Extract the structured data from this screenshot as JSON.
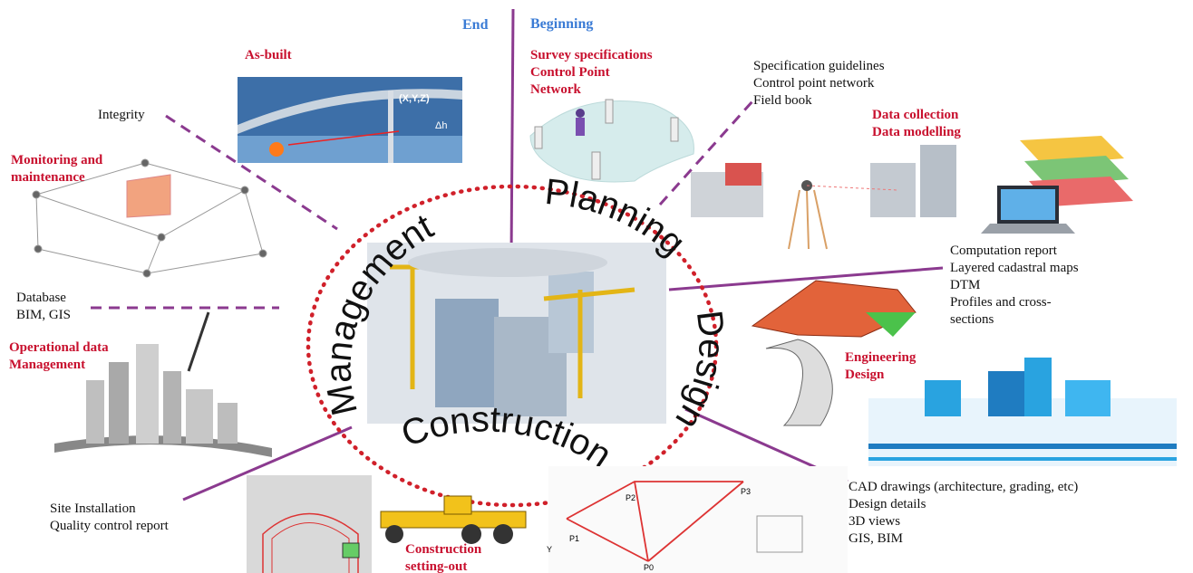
{
  "phase_labels": {
    "end": "End",
    "beginning": "Beginning"
  },
  "ring": {
    "management": "Management",
    "planning": "Planning",
    "design": "Design",
    "construction": "Construction"
  },
  "stages": {
    "as_built": "As-built",
    "survey": [
      "Survey specifications",
      "Control Point",
      "Network"
    ],
    "data_collection": [
      "Data collection",
      "Data modelling"
    ],
    "monitoring": [
      "Monitoring and",
      "maintenance"
    ],
    "operational": [
      "Operational data",
      "Management"
    ],
    "engineering": [
      "Engineering",
      "Design"
    ],
    "construction_setout": [
      "Construction",
      "setting-out"
    ]
  },
  "outputs": {
    "integrity": "Integrity",
    "planning_docs": [
      "Specification guidelines",
      "Control point network",
      "Field book"
    ],
    "database": [
      "Database",
      "BIM, GIS"
    ],
    "computation": [
      "Computation report",
      "Layered cadastral maps",
      "DTM",
      "Profiles and cross-",
      "sections"
    ],
    "cad": [
      "CAD drawings (architecture, grading, etc)",
      "Design details",
      "3D views",
      "GIS, BIM"
    ],
    "site": [
      "Site Installation",
      "Quality control report"
    ]
  },
  "image_labels": {
    "xyz": "(X,Y,Z)",
    "dh": "Δh",
    "p0": "P0",
    "p1": "P1",
    "p2": "P2",
    "p3": "P3",
    "y": "Y"
  },
  "colors": {
    "accent_red": "#c8102e",
    "phase_blue": "#3a7bd5",
    "connector_purple": "#8b3a8f",
    "ring_dots": "#d0202a"
  }
}
